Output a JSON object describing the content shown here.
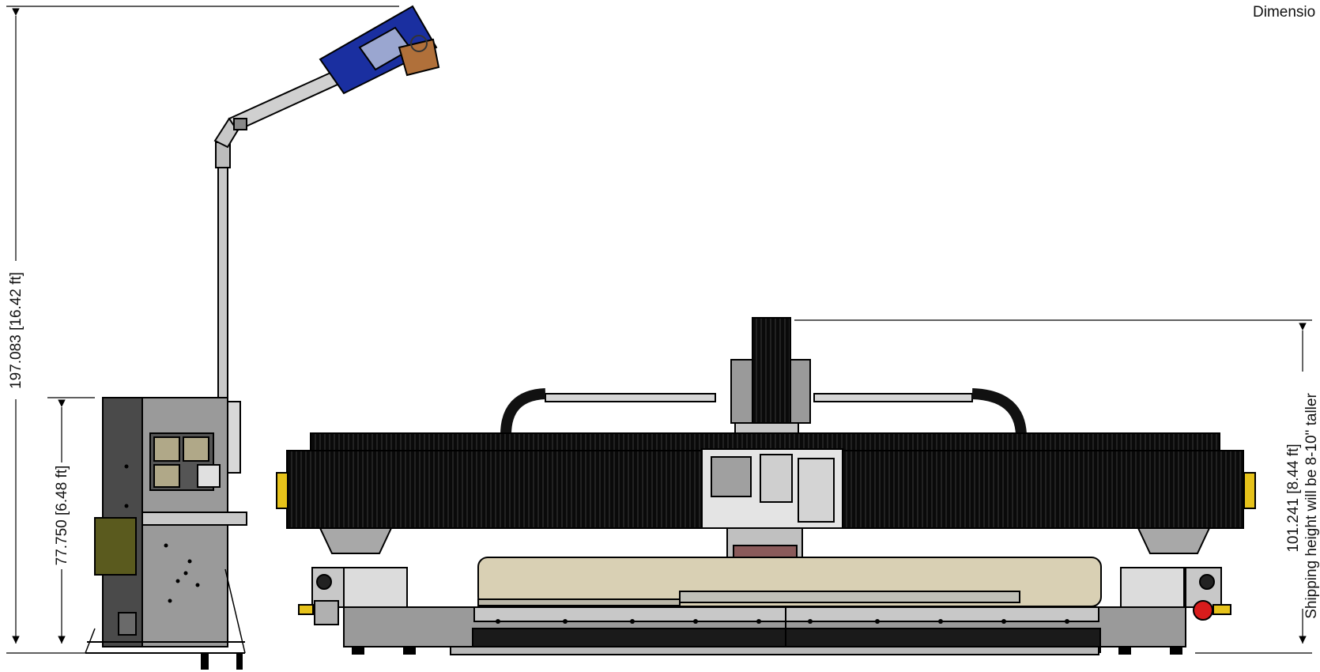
{
  "header": {
    "label": "Dimensio"
  },
  "dimensions": {
    "overall_height": "197.083 [16.42 ft]",
    "console_height": "77.750 [6.48 ft]",
    "machine_height": "101.241 [8.44 ft]",
    "shipping_note": "Shipping height will be 8-10\" taller"
  },
  "colors": {
    "dark": "#000000",
    "panel_gray": "#9a9a9a",
    "light_gray": "#c8c8c8",
    "dark_panel": "#4a4a4a",
    "beige_table": "#d9d0b4",
    "camera_blue": "#1a2fa0",
    "camera_brown": "#b0703a",
    "yellow_accent": "#e6c21a",
    "red_accent": "#d81c1c"
  },
  "icons": [
    "dimension-arrow-icon"
  ]
}
